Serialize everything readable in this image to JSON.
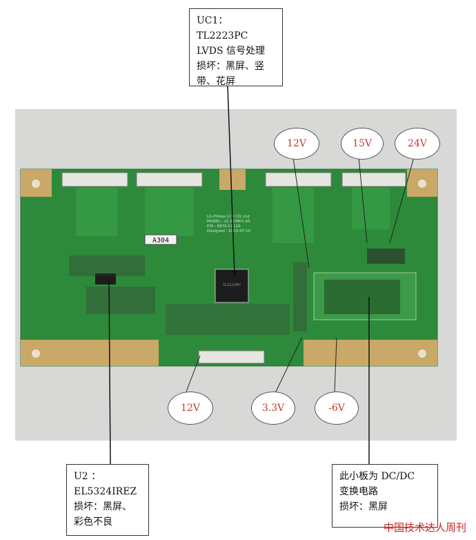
{
  "callouts": {
    "uc1": "UC1：TL2223PC\nLVDS 信号处理\n损坏：黑屏、竖\n带、花屏",
    "u2": "U2          ：\nEL5324IREZ\n损坏：黑屏、\n彩色不良",
    "dcdc": "此小板为 DC/DC\n变换电路\n损坏：黑屏"
  },
  "voltages": {
    "v12_top": "12V",
    "v15": "15V",
    "v24": "24V",
    "v12_bottom": "12V",
    "v33": "3.3V",
    "vneg6": "-6V"
  },
  "board": {
    "silk_line1": "LG.Philips LCD CO.,Ltd",
    "silk_line2": "MODEL : LC.6CMD1-A5",
    "silk_line3": "P/N : 6870-C0110",
    "silk_line4": "Designed : 2003-07-10",
    "label_tag": "A304",
    "ic_text": "TL2223PC"
  },
  "watermark": "中国技术达人周刊",
  "colors": {
    "pcb": "#2f8a3c",
    "pad": "#c9a868",
    "bubble_text": "#c0392b"
  }
}
